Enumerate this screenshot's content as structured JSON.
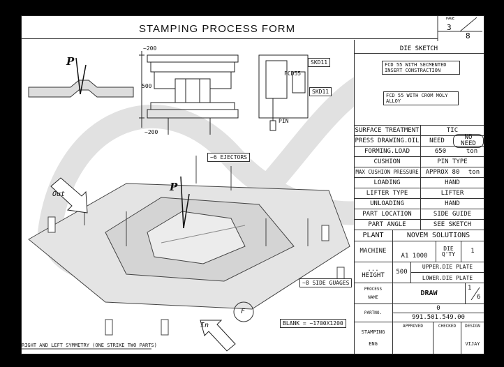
{
  "header": {
    "title": "STAMPING PROCESS FORM",
    "page_label": "PAGE",
    "page_current": "3",
    "page_total": "8"
  },
  "drawing": {
    "p_label_top": "P",
    "p_label_main": "P",
    "dim_top": "~200",
    "dim_mid": "500",
    "dim_bottom": "~200",
    "skd_top": "SKD11",
    "skd_bottom": "SKD11",
    "fcd_label": "FCD55",
    "pin_label": "PIN",
    "ejectors_note": "~6 EJECTORS",
    "side_gauges_note": "~8 SIDE GUAGES",
    "out_label": "Out",
    "in_label": "In",
    "f_label": "F",
    "blank_note": "BLANK = ~1700X1200",
    "symmetry_note": "RIGHT AND LEFT SYMMETRY (ONE STRIKE TWO PARTS)"
  },
  "die_sketch": {
    "title": "DIE SKETCH",
    "note1": "FCD 55 WITH SECMENTED INSERT CONSTRACTION",
    "note2": "FCD 55 WITH CROM MOLY ALLOY"
  },
  "spec_rows": [
    {
      "label": "SURFACE TREATMENT",
      "value": "TIC"
    },
    {
      "label": "PRESS DRAWING.OIL",
      "value": "NEED",
      "value2": "NO NEED"
    },
    {
      "label": "FORMING.LOAD",
      "value": "650",
      "unit": "ton"
    },
    {
      "label": "CUSHION",
      "value": "PIN TYPE"
    },
    {
      "label": "MAX CUSHION PRESSURE",
      "value": "APPROX 80",
      "unit": "ton"
    },
    {
      "label": "LOADING",
      "value": "HAND"
    },
    {
      "label": "LIFTER TYPE",
      "value": "LIFTER"
    },
    {
      "label": "UNLOADING",
      "value": "HAND"
    },
    {
      "label": "PART LOCATION",
      "value": "SIDE GUIDE"
    },
    {
      "label": "PART ANGLE",
      "value": "SEE SKETCH"
    }
  ],
  "plant": {
    "label": "PLANT",
    "value": "NOVEM SOLUTIONS"
  },
  "machine": {
    "label": "MACHINE",
    "model": "A1 1000",
    "die_label": "DIE Q'TY",
    "die_qty": "1"
  },
  "height": {
    "label1": "...",
    "label2": "HEIGHT",
    "value": "500",
    "upper": "UPPER.DIE PLATE",
    "lower": "LOWER.DIE PLATE"
  },
  "process": {
    "label1": "PROCESS",
    "label2": "NAME",
    "value": "DRAW",
    "frac_top": "1",
    "frac_bottom": "6"
  },
  "part": {
    "label": "PARTNO.",
    "value1": "0",
    "value2": "991.501.549.00"
  },
  "sign": {
    "label1": "STAMPING",
    "label2": "ENG",
    "approved": "APPROVED",
    "checked": "CHECKED",
    "design": "DESIGN",
    "designer": "VIJAY"
  }
}
